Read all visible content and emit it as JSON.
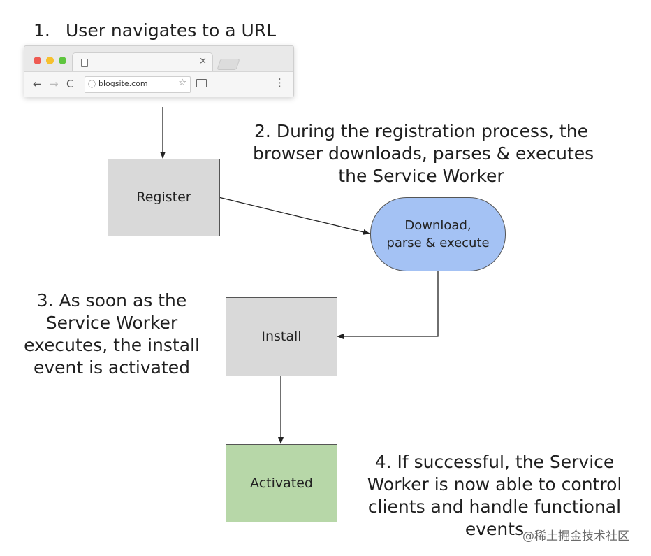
{
  "step1": {
    "num": "1.",
    "text": "User navigates to a URL"
  },
  "browser": {
    "tab_close": "×",
    "back_icon": "←",
    "forward_icon": "→",
    "reload_icon": "C",
    "info_icon": "ⓘ",
    "url": "blogsite.com",
    "star_icon": "☆",
    "menu_icon": "⋮",
    "dot_colors": [
      "#ee5a52",
      "#f6c02e",
      "#5ec53e"
    ]
  },
  "step2": {
    "line1": "2. During the registration process, the",
    "line2": "browser downloads, parses & executes",
    "line3": "the Service Worker"
  },
  "register_label": "Register",
  "download": {
    "line1": "Download,",
    "line2": "parse & execute"
  },
  "step3": {
    "line1": "3. As soon as the",
    "line2": "Service Worker",
    "line3": "executes, the install",
    "line4": "event is activated"
  },
  "install_label": "Install",
  "activated_label": "Activated",
  "step4": {
    "line1": "4. If successful, the Service",
    "line2": "Worker is now able to control",
    "line3": "clients and handle functional",
    "line4": "events"
  },
  "watermark": "@稀土掘金技术社区",
  "colors": {
    "process_box": "#d9d9d9",
    "download_box": "#a4c2f4",
    "activated_box": "#b7d7a8"
  }
}
